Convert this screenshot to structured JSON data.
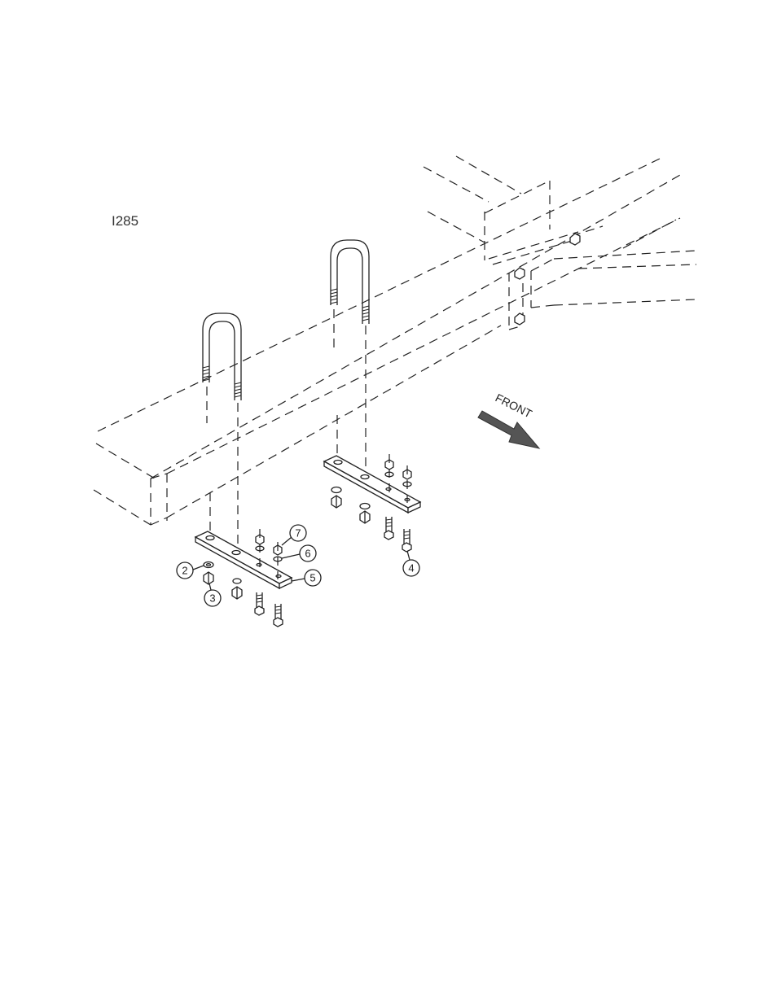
{
  "figure_id": "I285",
  "direction_label": "FRONT",
  "callouts": [
    {
      "number": "2"
    },
    {
      "number": "3"
    },
    {
      "number": "4"
    },
    {
      "number": "5"
    },
    {
      "number": "6"
    },
    {
      "number": "7"
    }
  ],
  "colors": {
    "line": "#222222",
    "arrow": "#555555",
    "background": "#ffffff"
  }
}
